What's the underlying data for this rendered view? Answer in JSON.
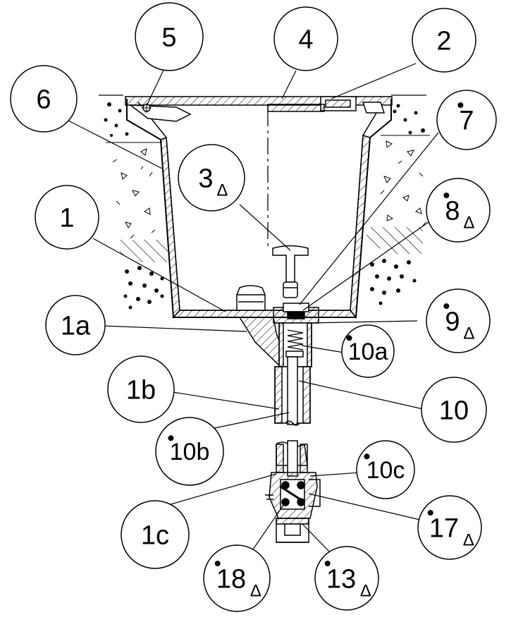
{
  "diagram": {
    "callouts": [
      {
        "id": "c5",
        "main": "5",
        "sub": "",
        "dot": false
      },
      {
        "id": "c4",
        "main": "4",
        "sub": "",
        "dot": false
      },
      {
        "id": "c2",
        "main": "2",
        "sub": "",
        "dot": false
      },
      {
        "id": "c6",
        "main": "6",
        "sub": "",
        "dot": false
      },
      {
        "id": "c7",
        "main": "7",
        "sub": "",
        "dot": true
      },
      {
        "id": "c3",
        "main": "3",
        "sub": "Δ",
        "dot": false
      },
      {
        "id": "c8",
        "main": "8",
        "sub": "Δ",
        "dot": true
      },
      {
        "id": "c1",
        "main": "1",
        "sub": "",
        "dot": false
      },
      {
        "id": "c9",
        "main": "9",
        "sub": "Δ",
        "dot": true
      },
      {
        "id": "c1a",
        "main": "1a",
        "sub": "",
        "dot": false
      },
      {
        "id": "c10a",
        "main": "10a",
        "sub": "",
        "dot": true
      },
      {
        "id": "c1b",
        "main": "1b",
        "sub": "",
        "dot": false
      },
      {
        "id": "c10",
        "main": "10",
        "sub": "",
        "dot": false
      },
      {
        "id": "c10b",
        "main": "10b",
        "sub": "",
        "dot": true
      },
      {
        "id": "c10c",
        "main": "10c",
        "sub": "",
        "dot": true
      },
      {
        "id": "c1c",
        "main": "1c",
        "sub": "",
        "dot": false
      },
      {
        "id": "c17",
        "main": "17",
        "sub": "Δ",
        "dot": true
      },
      {
        "id": "c18",
        "main": "18",
        "sub": "Δ",
        "dot": true
      },
      {
        "id": "c13",
        "main": "13",
        "sub": "Δ",
        "dot": true
      }
    ]
  }
}
